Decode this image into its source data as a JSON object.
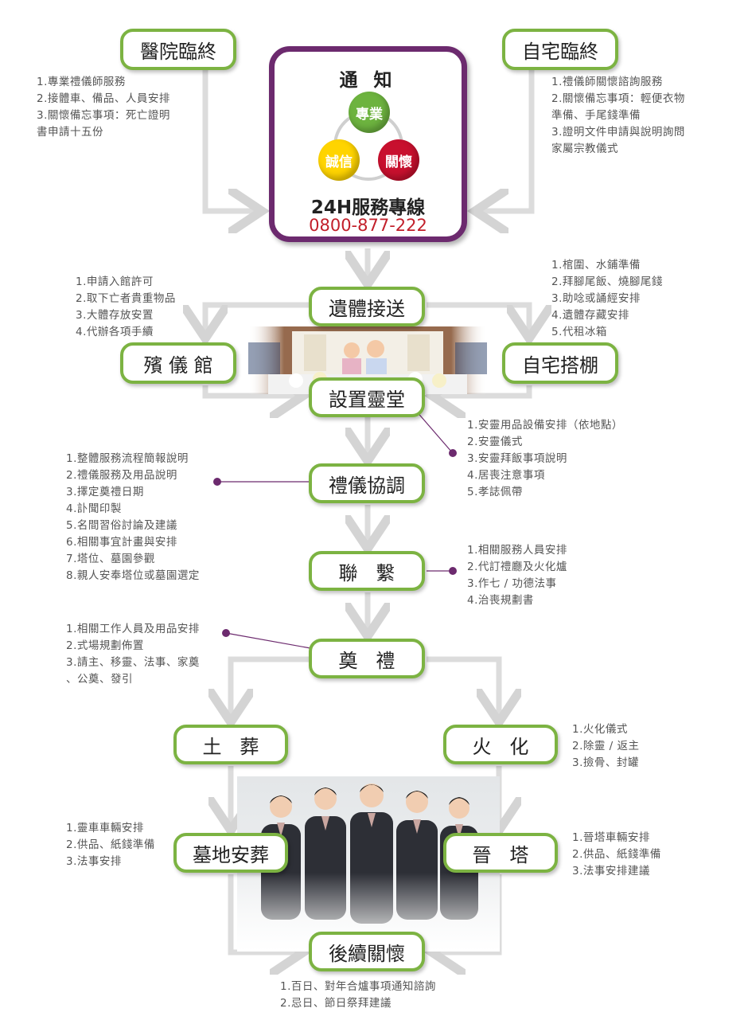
{
  "colors": {
    "node_border": "#7cb342",
    "accent_purple": "#6c2a6e",
    "phone_red": "#c21f2a",
    "ball_green": "#6db33f",
    "ball_yellow": "#ffd400",
    "ball_red": "#c8102e",
    "arrow": "#d8d8d8"
  },
  "center": {
    "title": "通 知",
    "values": [
      "專業",
      "誠信",
      "關懷"
    ],
    "hotline": "24H服務專線",
    "phone": "0800-877-222"
  },
  "nodes": {
    "hospital": "醫院臨終",
    "home_end": "自宅臨終",
    "transport": "遺體接送",
    "funeral_home": "殯 儀 館",
    "home_tent": "自宅搭棚",
    "set_altar": "設置靈堂",
    "coordination": "禮儀協調",
    "contact": "聯   繫",
    "memorial": "奠   禮",
    "burial": "土   葬",
    "cremation": "火   化",
    "grave": "墓地安葬",
    "tower": "晉   塔",
    "aftercare": "後續關懷"
  },
  "notes": {
    "hospital": [
      "1.專業禮儀師服務",
      "2.接體車、備品、人員安排",
      "3.關懷備忘事項：死亡證明",
      "書申請十五份"
    ],
    "home_end": [
      "1.禮儀師關懷諮詢服務",
      "2.關懷備忘事項：輕便衣物",
      "準備、手尾錢準備",
      "3.證明文件申請與說明詢問",
      "家屬宗教儀式"
    ],
    "funeral_home": [
      "1.申請入館許可",
      "2.取下亡者貴重物品",
      "3.大體存放安置",
      "4.代辦各項手續"
    ],
    "home_tent": [
      "1.棺圍、水鋪準備",
      "2.拜腳尾飯、燒腳尾錢",
      "3.助唸或誦經安排",
      "4.遺體存藏安排",
      "5.代租冰箱"
    ],
    "set_altar": [
      "1.安靈用品設備安排（依地點）",
      "2.安靈儀式",
      "3.安靈拜飯事項說明",
      "4.居喪注意事項",
      "5.孝誌佩帶"
    ],
    "coordination": [
      "1.整體服務流程簡報說明",
      "2.禮儀服務及用品說明",
      "3.擇定奠禮日期",
      "4.訃聞印製",
      "5.名間習俗討論及建議",
      "6.相關事宜計畫與安排",
      "7.塔位、墓園參觀",
      "8.親人安奉塔位或墓園選定"
    ],
    "contact": [
      "1.相關服務人員安排",
      "2.代訂禮廳及火化爐",
      "3.作七 / 功德法事",
      "4.治喪規劃書"
    ],
    "memorial": [
      "1.相關工作人員及用品安排",
      "2.式場規劃佈置",
      "3.請主、移靈、法事、家奠",
      "、公奠、發引"
    ],
    "cremation": [
      "1.火化儀式",
      "2.除靈 / 返主",
      "3.撿骨、封罐"
    ],
    "grave": [
      "1.靈車車輛安排",
      "2.供品、紙錢準備",
      "3.法事安排"
    ],
    "tower": [
      "1.晉塔車輛安排",
      "2.供品、紙錢準備",
      "3.法事安排建議"
    ],
    "aftercare": [
      "1.百日、對年合爐事項通知諮詢",
      "2.忌日、節日祭拜建議"
    ]
  }
}
